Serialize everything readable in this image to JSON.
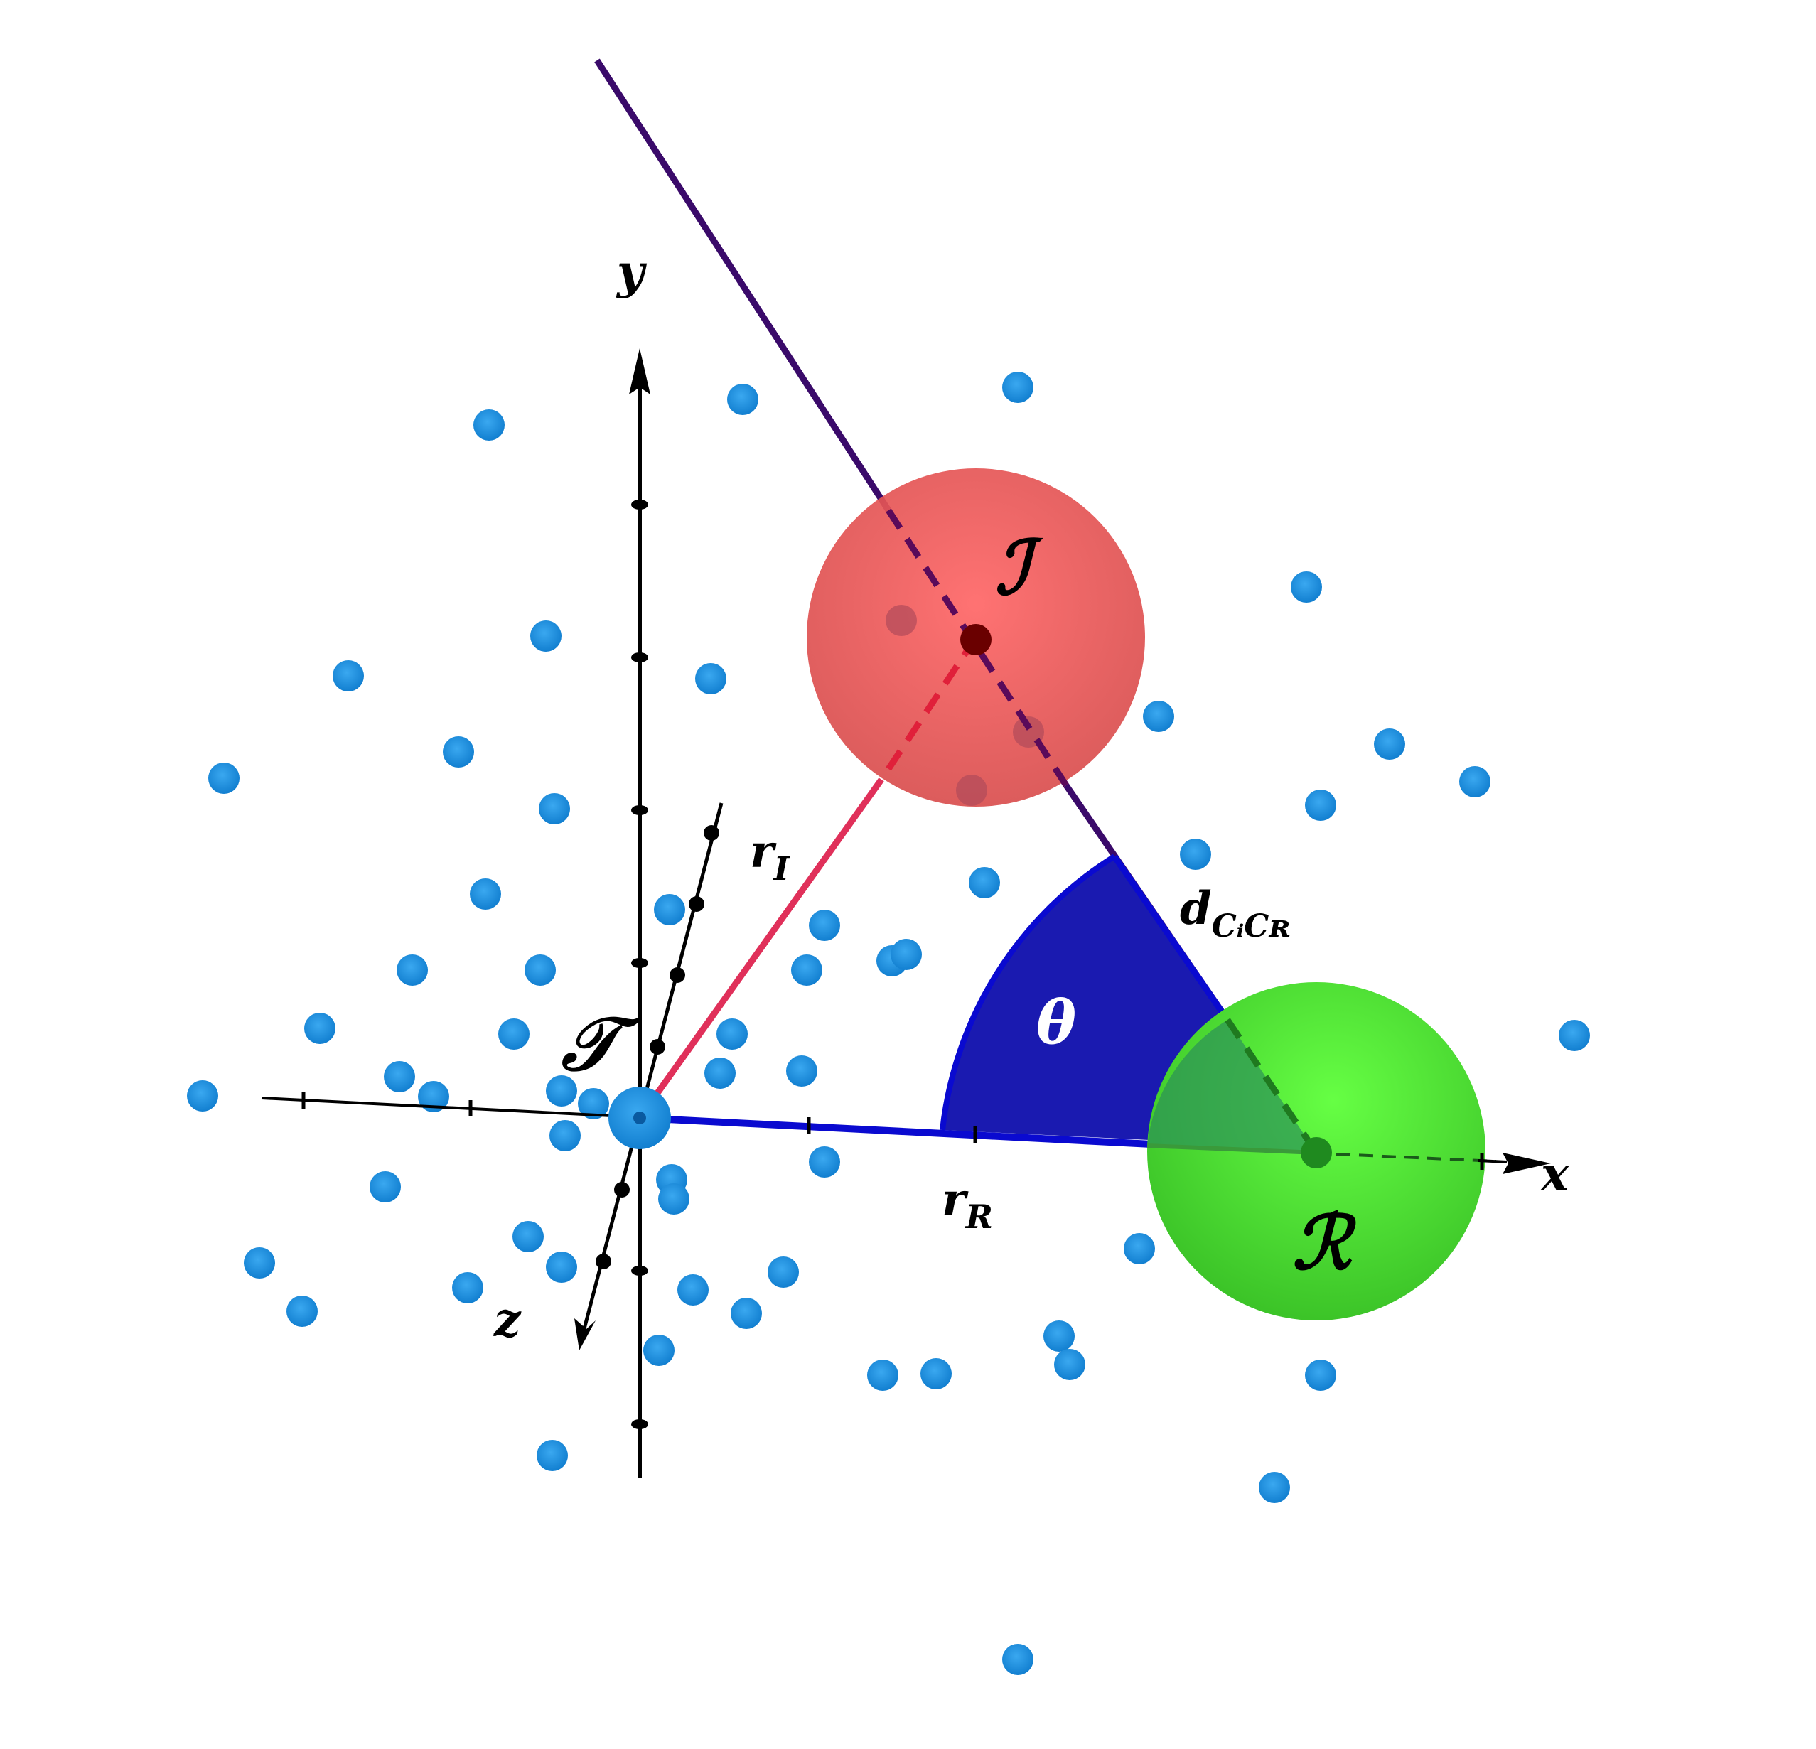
{
  "labels": {
    "axis_x": "x",
    "axis_y": "y",
    "axis_z": "z",
    "transmitter": "𝒯",
    "irs": "ℐ",
    "receiver": "ℛ",
    "r_i_main": "r",
    "r_i_sub": "I",
    "r_r_main": "r",
    "r_r_sub": "R",
    "d_main": "d",
    "d_sub": "CᵢCʀ",
    "theta": "θ"
  },
  "colors": {
    "scatter_point": "#1a8fe0",
    "irs_sphere": "#f0605f",
    "receiver_sphere": "#4fe03a",
    "theta_wedge": "#1a1ab0",
    "line_t_r": "#0a0ad0",
    "line_t_i": "#e0305a",
    "line_i_r": "#3a0a6a",
    "axes": "#000000"
  }
}
